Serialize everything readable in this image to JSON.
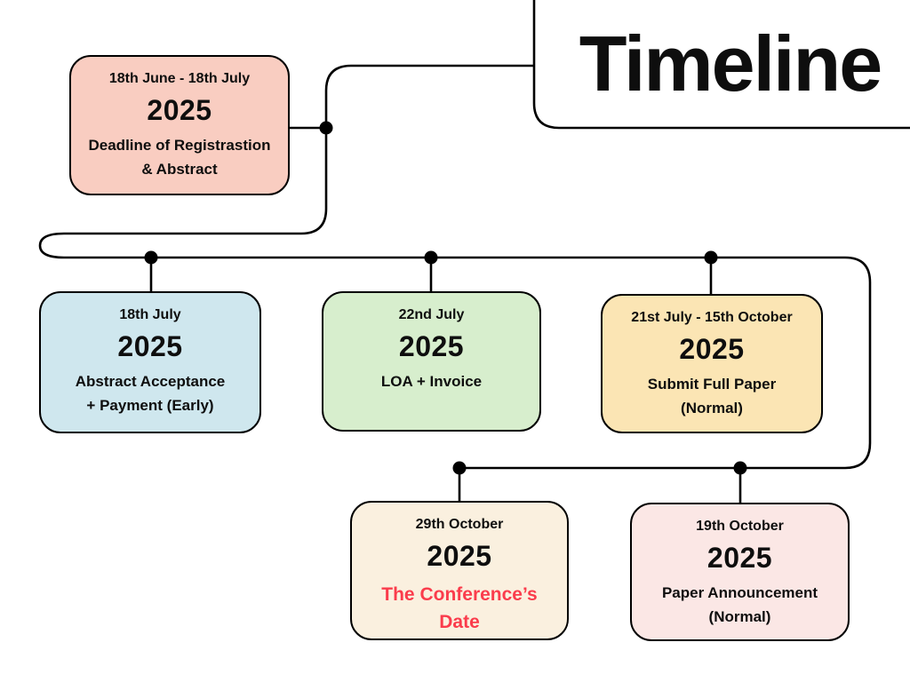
{
  "title": "Timeline",
  "colors": {
    "line": "#000000",
    "dot": "#000000",
    "card_border": "#000000",
    "text": "#0e0e0e",
    "highlight_red": "#fa3c4c"
  },
  "events": [
    {
      "date": "18th June - 18th July",
      "year": "2025",
      "label": "Deadline of Registrastion\n& Abstract",
      "bg": "#f9cdc1"
    },
    {
      "date": "18th July",
      "year": "2025",
      "label": "Abstract Acceptance\n+ Payment (Early)",
      "bg": "#cfe7ee"
    },
    {
      "date": "22nd July",
      "year": "2025",
      "label": "LOA + Invoice",
      "bg": "#d7eecd"
    },
    {
      "date": "21st July - 15th October",
      "year": "2025",
      "label": "Submit Full Paper\n(Normal)",
      "bg": "#fbe5b4"
    },
    {
      "date": "29th October",
      "year": "2025",
      "label": "The Conference’s\nDate",
      "bg": "#faf0df",
      "label_color": "#fa3c4c"
    },
    {
      "date": "19th October",
      "year": "2025",
      "label": "Paper Announcement\n(Normal)",
      "bg": "#fbe7e5"
    }
  ]
}
